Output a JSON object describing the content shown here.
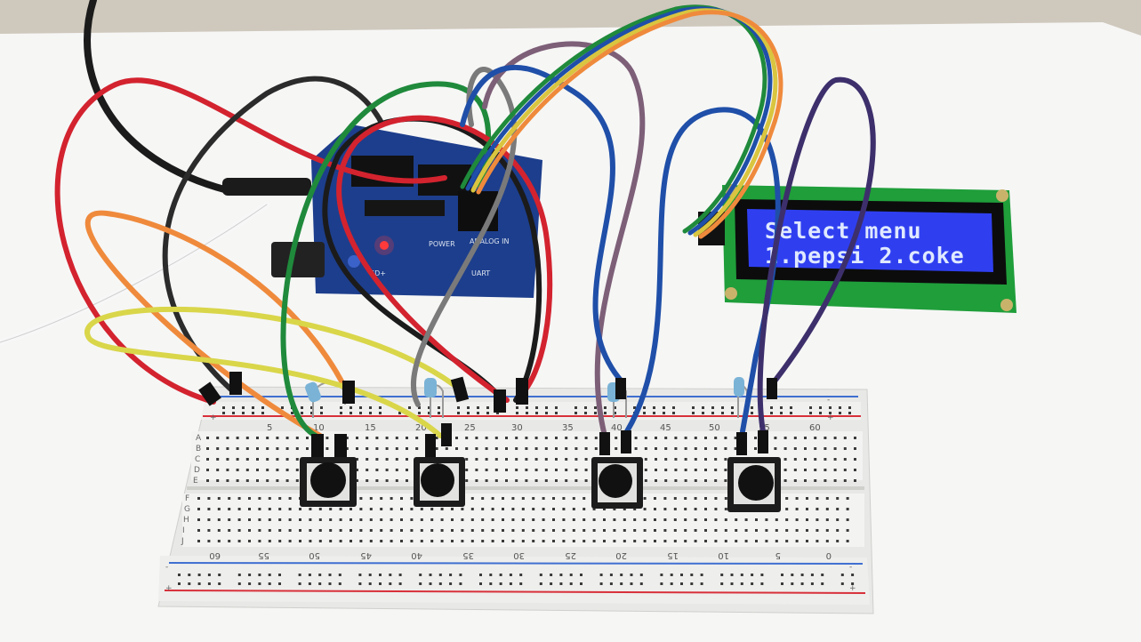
{
  "lcd": {
    "line1": "Select menu",
    "line2": "1.pepsi 2.coke"
  },
  "arduino": {
    "silk_power": "POWER",
    "silk_analog": "ANALOG IN",
    "silk_uart": "UART",
    "silk_brand": "SD+"
  },
  "breadboard": {
    "top_numbers": [
      "5",
      "10",
      "15",
      "20",
      "25",
      "30",
      "35",
      "40",
      "45",
      "50",
      "55",
      "60"
    ],
    "bottom_numbers": [
      "60",
      "55",
      "50",
      "45",
      "40",
      "35",
      "30",
      "25",
      "20",
      "15",
      "10",
      "5",
      "0"
    ],
    "rows_left_top": [
      "A",
      "B",
      "C",
      "D",
      "E"
    ],
    "rows_left_bottom": [
      "F",
      "G",
      "H",
      "I",
      "J"
    ],
    "rail_minus": "-",
    "rail_plus": "+"
  },
  "colors": {
    "table": "#f5f5f4",
    "lcd_pcb": "#1f9e3a",
    "lcd_screen": "#2f3ff0",
    "arduino_pcb": "#1d3e8c",
    "wire_red": "#d3232f",
    "wire_black": "#1b1b1b",
    "wire_orange": "#ef8a3c",
    "wire_yellow": "#d9d64a",
    "wire_green": "#1f8a3b",
    "wire_blue": "#1f4fa8",
    "wire_purple": "#3d2f6b",
    "wire_gray": "#7a7a7a",
    "wire_mauve": "#7d5f78"
  }
}
